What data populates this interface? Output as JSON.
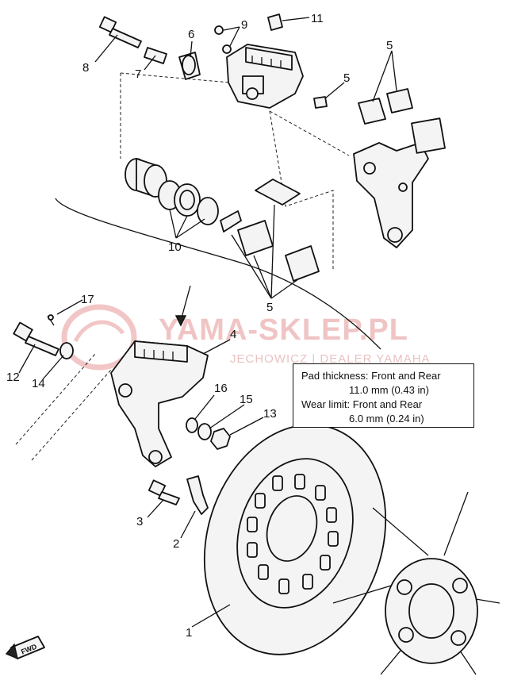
{
  "callouts": {
    "c1": "1",
    "c2": "2",
    "c3": "3",
    "c4": "4",
    "c5a": "5",
    "c5b": "5",
    "c5c": "5",
    "c6": "6",
    "c7": "7",
    "c8": "8",
    "c9": "9",
    "c10": "10",
    "c11": "11",
    "c12": "12",
    "c13": "13",
    "c14": "14",
    "c15": "15",
    "c16": "16",
    "c17": "17"
  },
  "spec_box": {
    "line1": "Pad thickness:  Front and Rear",
    "line2": "11.0 mm (0.43 in)",
    "line3": "Wear limit:  Front and Rear",
    "line4": "6.0 mm (0.24 in)"
  },
  "watermark": {
    "main": "YAMA-SKLEP.PL",
    "sub": "JECHOWICZ | DEALER YAMAHA"
  },
  "fwd_marker": "FWD",
  "colors": {
    "line": "#111111",
    "watermark": "#f0c4c4",
    "background": "#ffffff"
  }
}
